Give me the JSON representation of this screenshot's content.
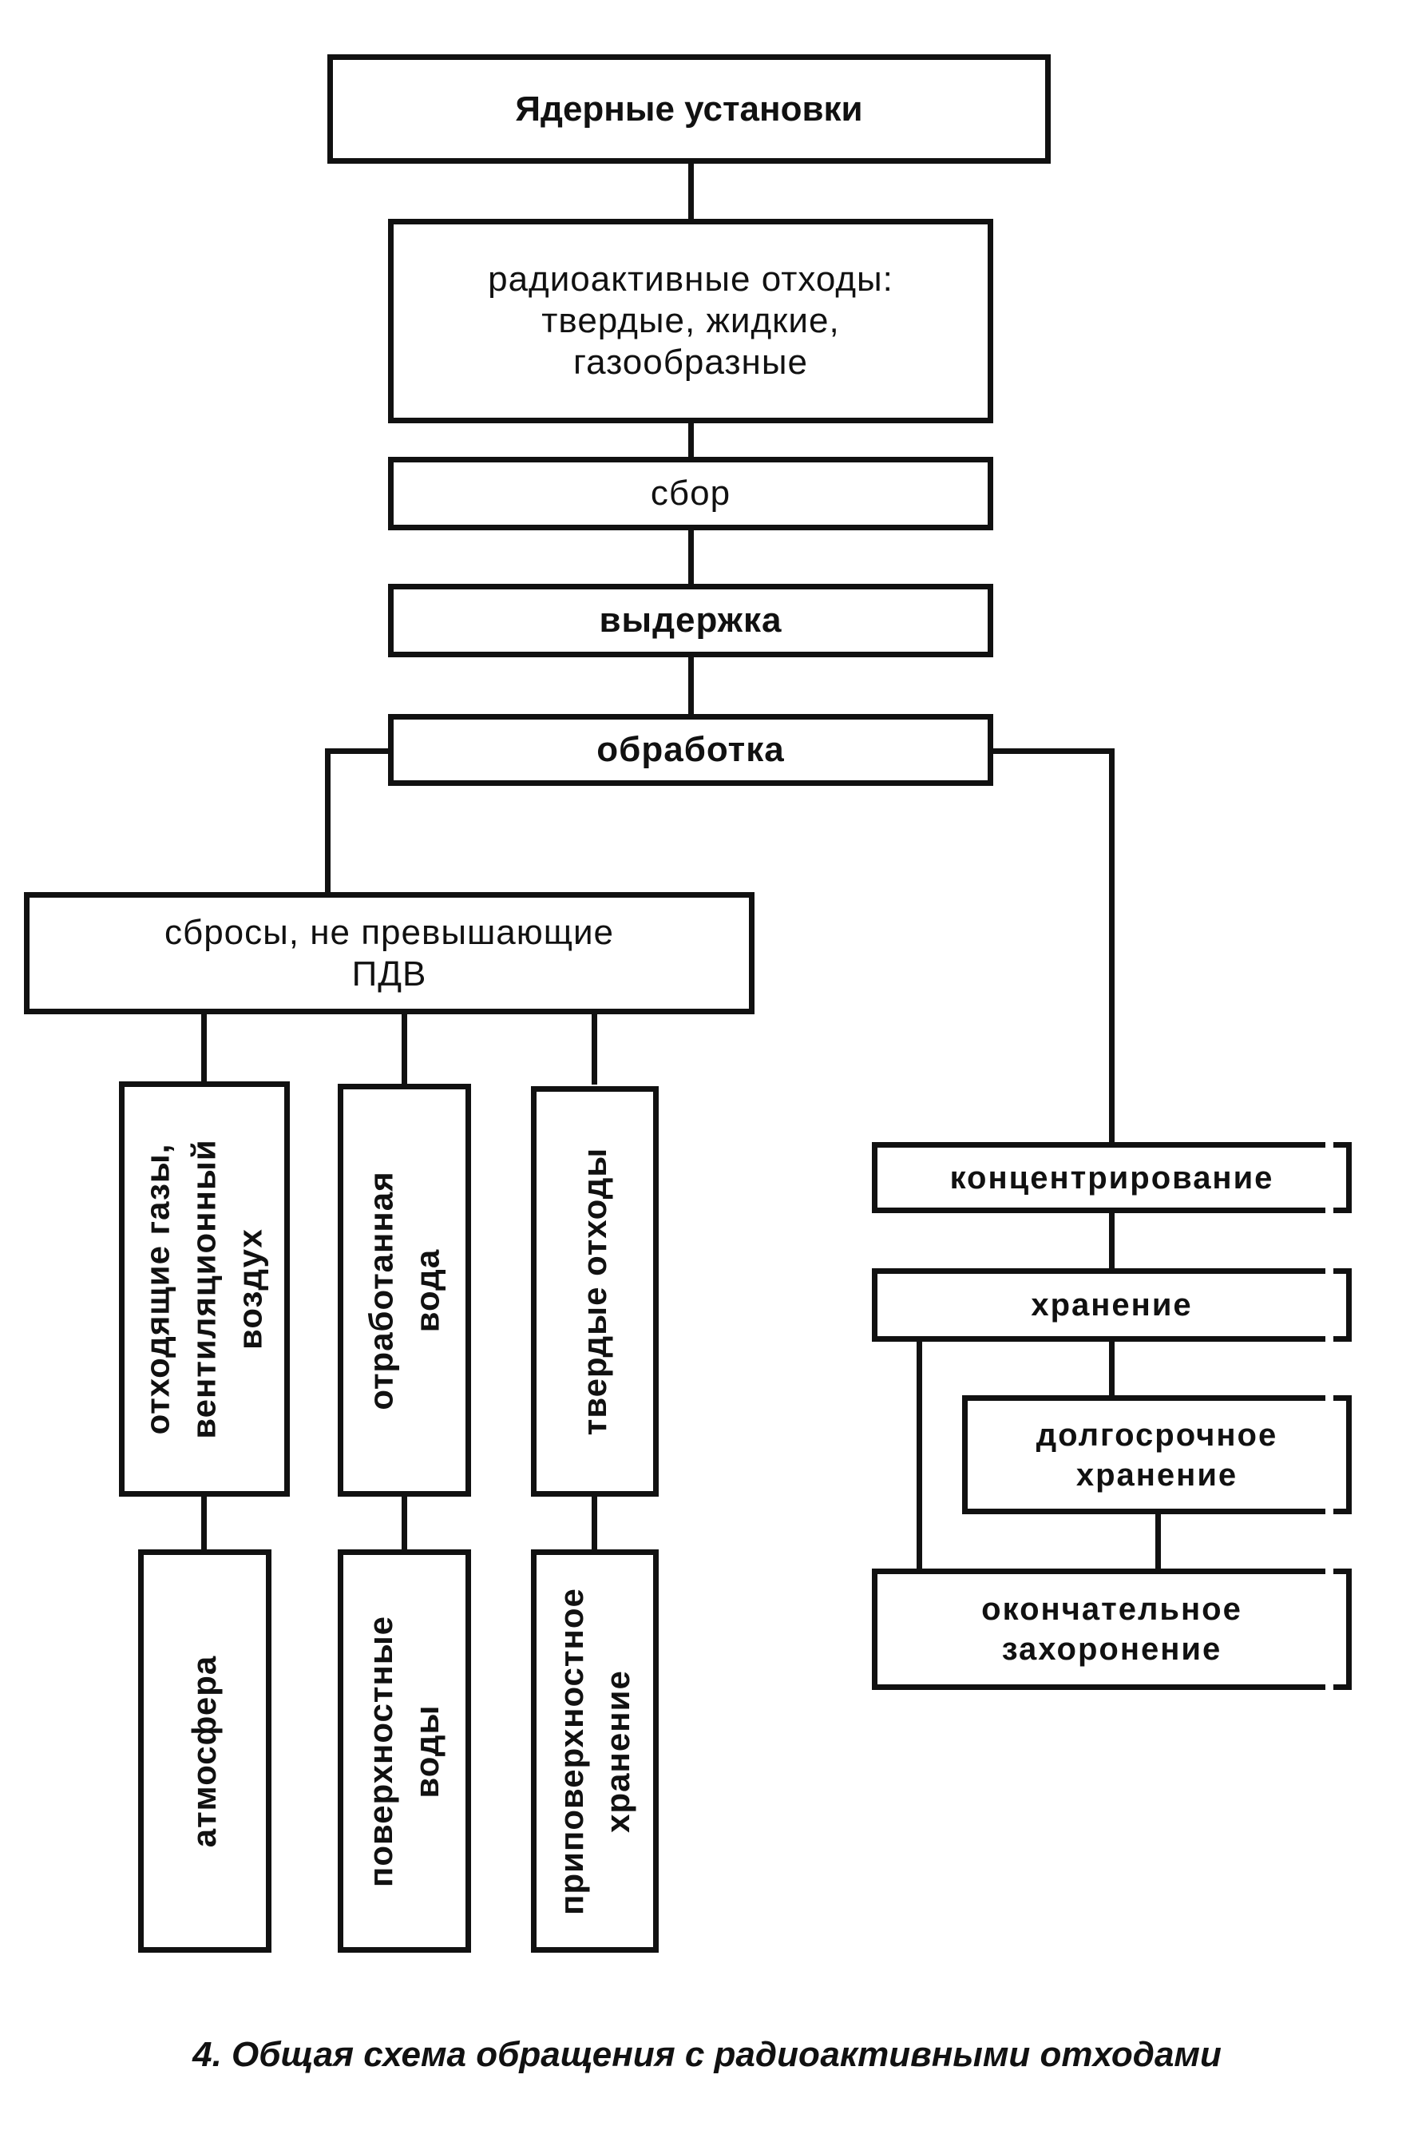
{
  "diagram": {
    "nodes": {
      "nuclear_installations": "Ядерные установки",
      "radioactive_waste": [
        "радиоактивные отходы:",
        "твердые, жидкие,",
        "газообразные"
      ],
      "collection": "сбор",
      "holding": "выдержка",
      "processing": "обработка",
      "discharges": [
        "сбросы, не превышающие",
        "ПДВ"
      ],
      "off_gases": [
        "отходящие газы,",
        "вентиляционный",
        "воздух"
      ],
      "waste_water": [
        "отработанная",
        "вода"
      ],
      "solid_waste": "твердые отходы",
      "atmosphere": "атмосфера",
      "surface_waters": [
        "поверхностные",
        "воды"
      ],
      "near_surface_storage": [
        "приповерхностное",
        "хранение"
      ],
      "concentration": "концентрирование",
      "storage": "хранение",
      "long_term_storage": [
        "долгосрочное",
        "хранение"
      ],
      "final_disposal": [
        "окончательное",
        "захоронение"
      ]
    },
    "edges": [
      [
        "nuclear_installations",
        "radioactive_waste"
      ],
      [
        "radioactive_waste",
        "collection"
      ],
      [
        "collection",
        "holding"
      ],
      [
        "holding",
        "processing"
      ],
      [
        "processing",
        "discharges"
      ],
      [
        "processing",
        "concentration"
      ],
      [
        "discharges",
        "off_gases"
      ],
      [
        "discharges",
        "waste_water"
      ],
      [
        "discharges",
        "solid_waste"
      ],
      [
        "off_gases",
        "atmosphere"
      ],
      [
        "waste_water",
        "surface_waters"
      ],
      [
        "solid_waste",
        "near_surface_storage"
      ],
      [
        "concentration",
        "storage"
      ],
      [
        "storage",
        "long_term_storage"
      ],
      [
        "storage",
        "final_disposal"
      ],
      [
        "long_term_storage",
        "final_disposal"
      ]
    ],
    "caption": "4. Общая схема обращения с радиоактивными отходами"
  }
}
